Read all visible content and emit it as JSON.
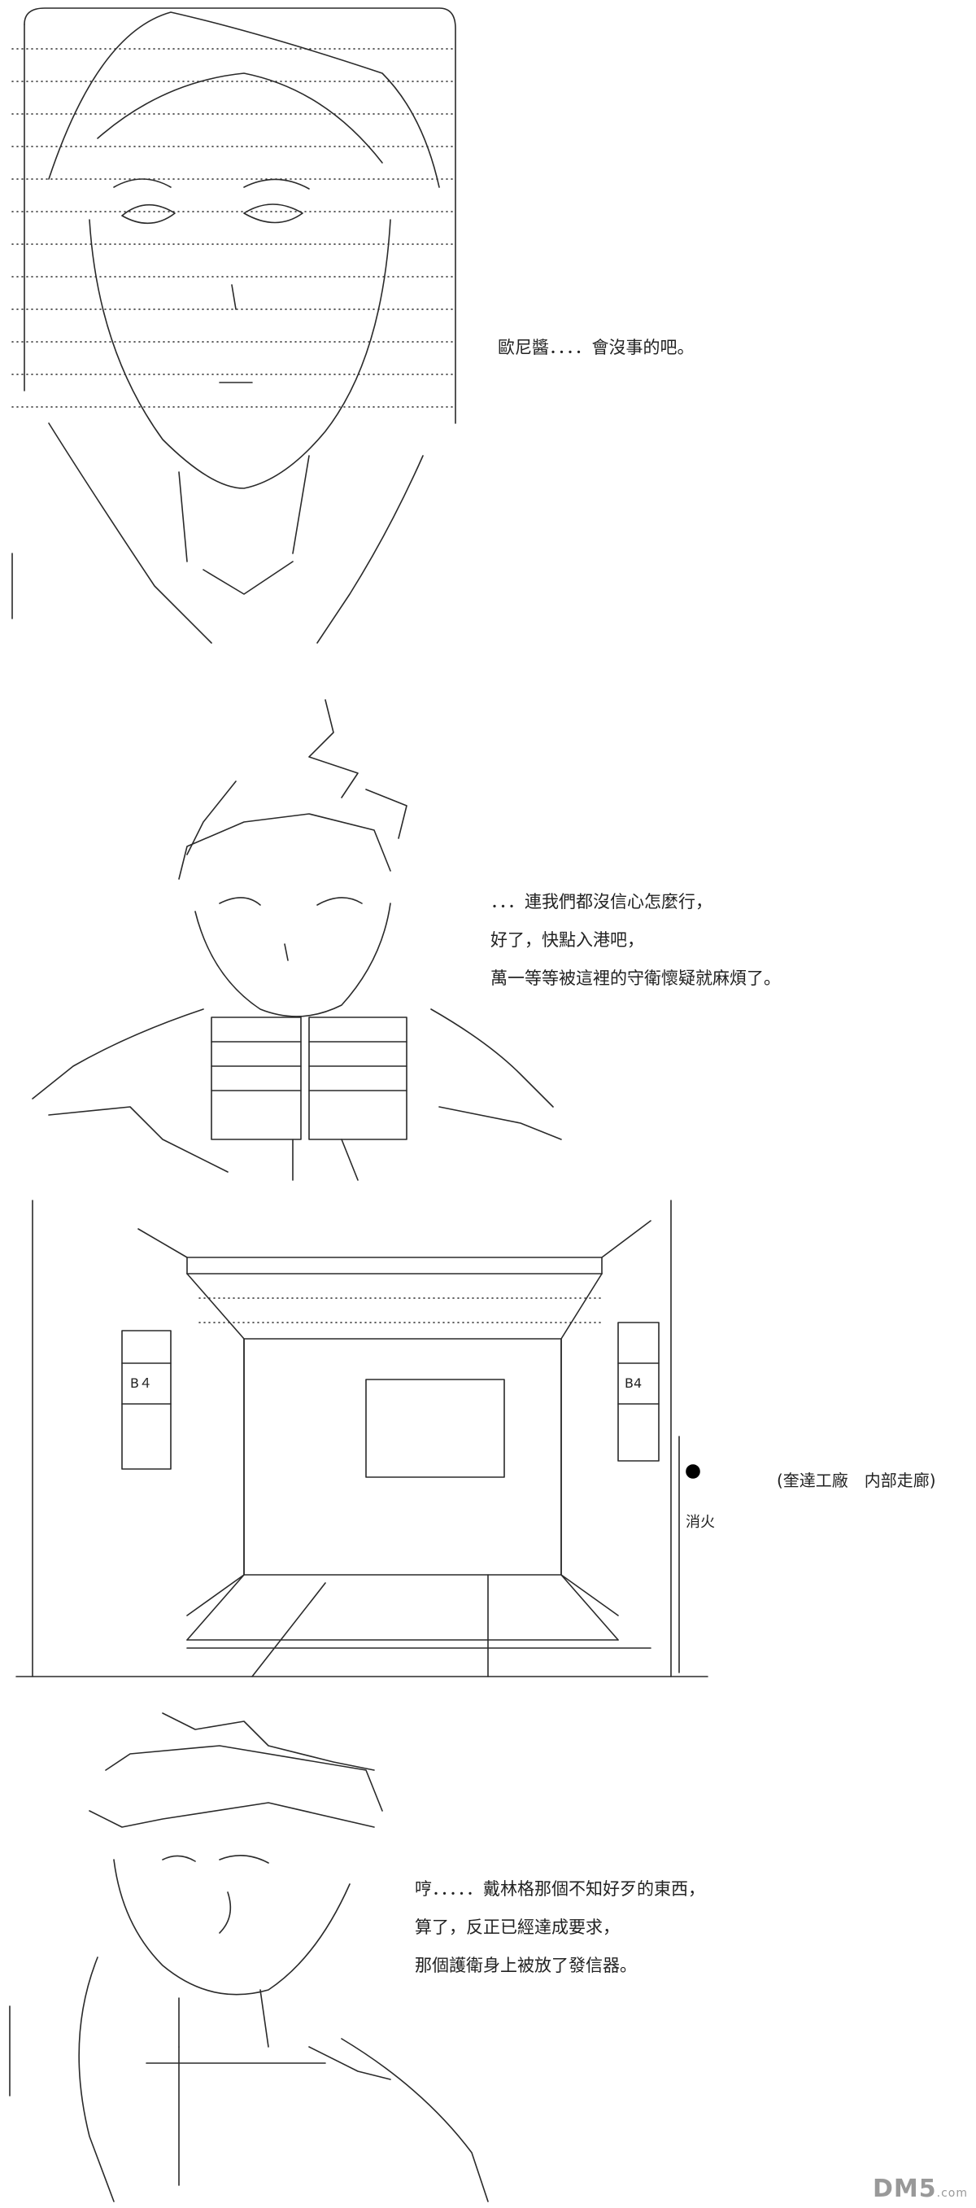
{
  "panel1": {
    "lines": [
      "歐尼醬．．．．會沒事的吧。"
    ]
  },
  "panel2": {
    "lines": [
      "．．．連我們都沒信心怎麼行，",
      "好了，快點入港吧，",
      "萬一等等被這裡的守衛懷疑就麻煩了。"
    ]
  },
  "panel3": {
    "caption": "(奎達工廠　内部走廊)",
    "sign_label": "消火",
    "door_marks": [
      "B４",
      "B4"
    ]
  },
  "panel4": {
    "lines": [
      "哼．．．．．戴林格那個不知好歹的東西，",
      "算了，反正已經達成要求，",
      "那個護衛身上被放了發信器。"
    ]
  },
  "watermark": {
    "brand": "DM5",
    "suffix": ".com"
  }
}
